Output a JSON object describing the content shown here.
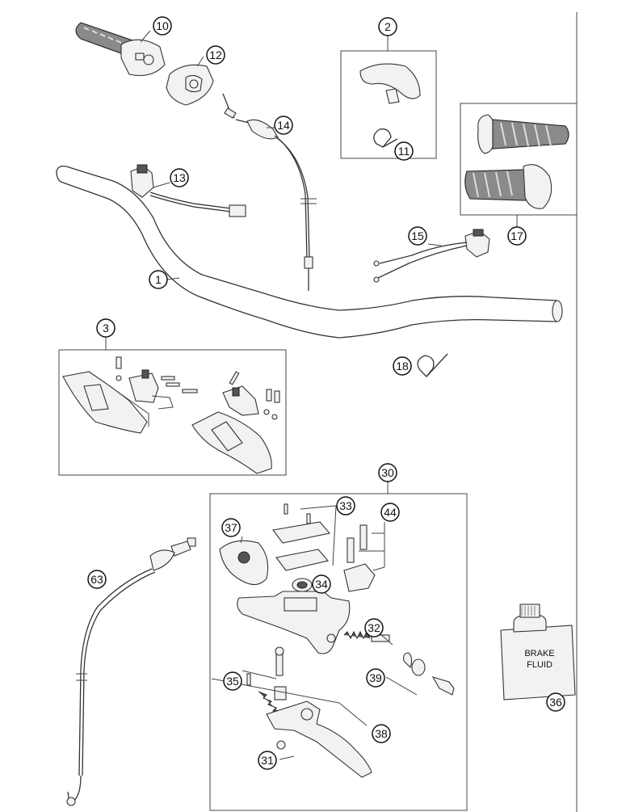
{
  "callouts": {
    "c1": "1",
    "c2": "2",
    "c3": "3",
    "c10": "10",
    "c11": "11",
    "c12": "12",
    "c13": "13",
    "c14": "14",
    "c15": "15",
    "c17": "17",
    "c18": "18",
    "c30": "30",
    "c31": "31",
    "c32": "32",
    "c33": "33",
    "c34": "34",
    "c35": "35",
    "c36": "36",
    "c37": "37",
    "c38": "38",
    "c39": "39",
    "c44": "44",
    "c63": "63"
  },
  "brake_fluid_can": {
    "line1": "BRAKE",
    "line2": "FLUID"
  }
}
